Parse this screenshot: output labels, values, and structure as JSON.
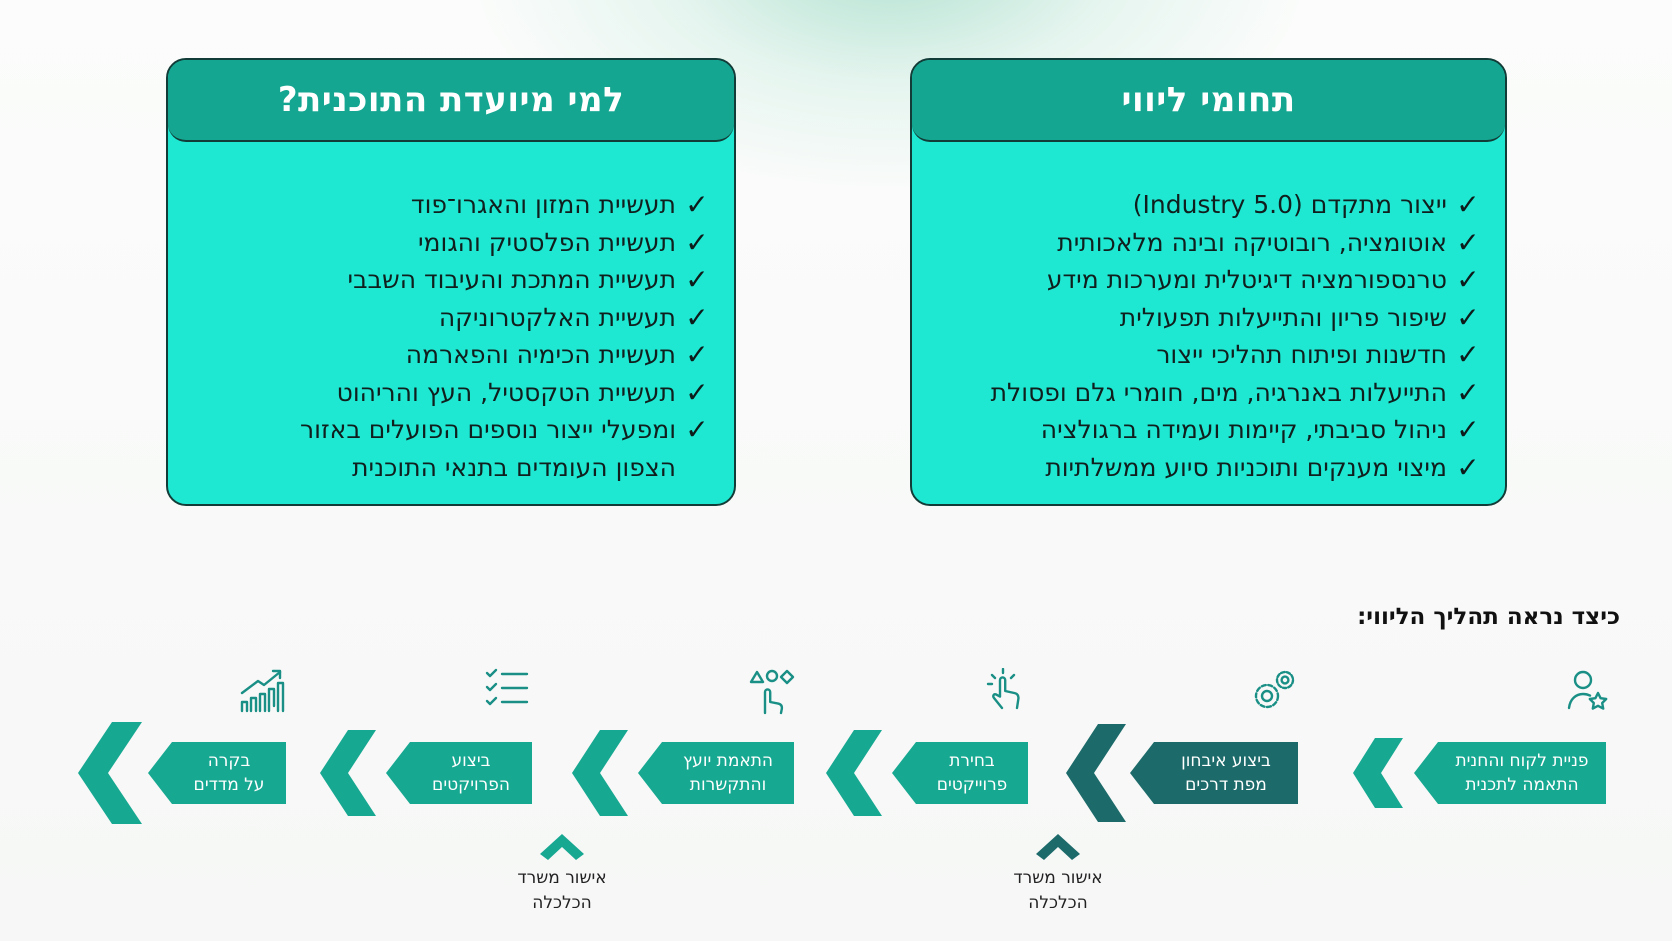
{
  "cards": {
    "support": {
      "title": "תחומי ליווי",
      "items": [
        "ייצור מתקדם (Industry 5.0)",
        "אוטומציה, רובוטיקה ובינה מלאכותית",
        "טרנספורמציה דיגיטלית ומערכות מידע",
        "שיפור פריון והתייעלות תפעולית",
        "חדשנות ופיתוח תהליכי ייצור",
        "התייעלות באנרגיה, מים, חומרי גלם ופסולת",
        "ניהול סביבתי, קיימות ועמידה ברגולציה",
        "מיצוי מענקים ותוכניות סיוע ממשלתיות"
      ]
    },
    "audience": {
      "title": "למי מיועדת התוכנית?",
      "items": [
        "תעשיית המזון והאגרו־פוד",
        "תעשיית הפלסטיק והגומי",
        "תעשיית המתכת והעיבוד השבבי",
        "תעשיית האלקטרוניקה",
        "תעשיית הכימיה והפארמה",
        "תעשיית הטקסטיל, העץ והריהוט",
        "ומפעלי ייצור נוספים הפועלים באזור"
      ],
      "continuation": "הצפון העומדים בתנאי התוכנית"
    }
  },
  "process": {
    "title": "כיצד נראה תהליך הליווי:",
    "steps": [
      {
        "line1": "פניית לקוח והחנית",
        "line2": "התאמה לתכנית",
        "icon": "user-star-icon",
        "highlight": false
      },
      {
        "line1": "ביצוע איבחון",
        "line2": "מפת דרכים",
        "icon": "gears-icon",
        "highlight": true
      },
      {
        "line1": "בחירת",
        "line2": "פרוייקטים",
        "icon": "tap-hand-icon",
        "highlight": false
      },
      {
        "line1": "התאמת יועץ",
        "line2": "והתקשרות",
        "icon": "hand-shapes-icon",
        "highlight": false
      },
      {
        "line1": "ביצוע",
        "line2": "הפרויקטים",
        "icon": "checklist-icon",
        "highlight": false
      },
      {
        "line1": "בקרה",
        "line2": "על מדדים",
        "icon": "growth-chart-icon",
        "highlight": false
      }
    ],
    "approvals": [
      {
        "line1": "אישור משרד",
        "line2": "הכלכלה"
      },
      {
        "line1": "אישור משרד",
        "line2": "הכלכלה"
      }
    ]
  },
  "check_glyph": "✓",
  "colors": {
    "card_fill": "#1ee8d2",
    "card_header": "#14a690",
    "card_border": "#123c37",
    "step_fill": "#17a892",
    "step_highlight": "#1c6b6a",
    "icon_stroke": "#1a8f86"
  }
}
